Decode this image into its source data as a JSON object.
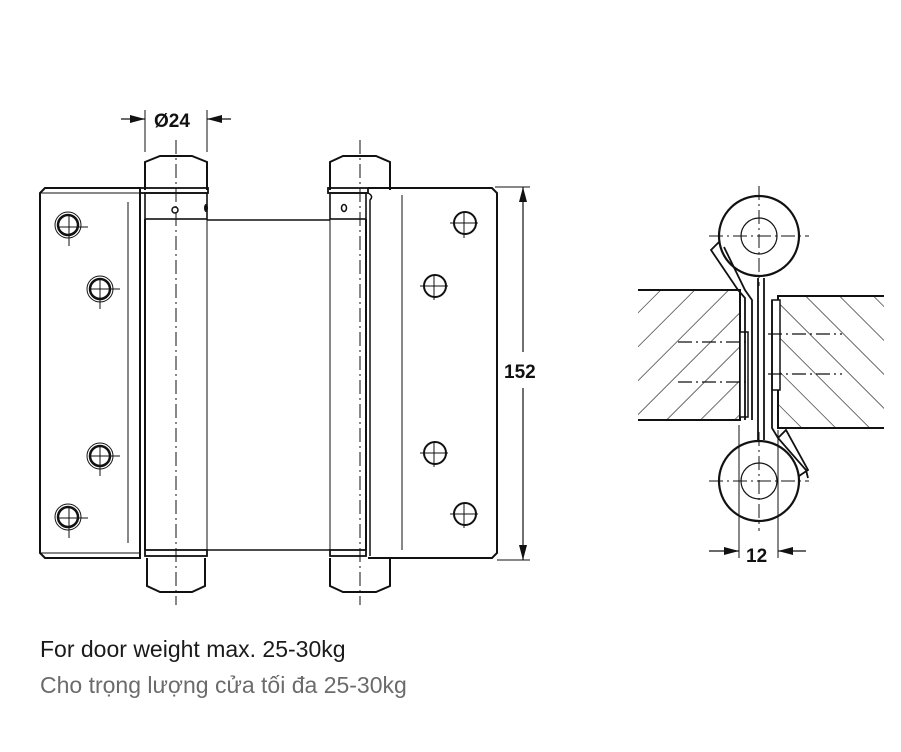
{
  "diagram": {
    "subject": "double-action spring hinge technical drawing",
    "front_view": {
      "dimensions": {
        "barrel_diameter": "Ø24",
        "height": "152"
      }
    },
    "section_view": {
      "dimensions": {
        "gap_width": "12"
      }
    }
  },
  "captions": {
    "english": "For door weight max. 25-30kg",
    "vietnamese": "Cho trọng lượng cửa tối đa 25-30kg"
  },
  "colors": {
    "line": "#111111",
    "caption_primary": "#1a1a1a",
    "caption_secondary": "#6b6b6b"
  }
}
